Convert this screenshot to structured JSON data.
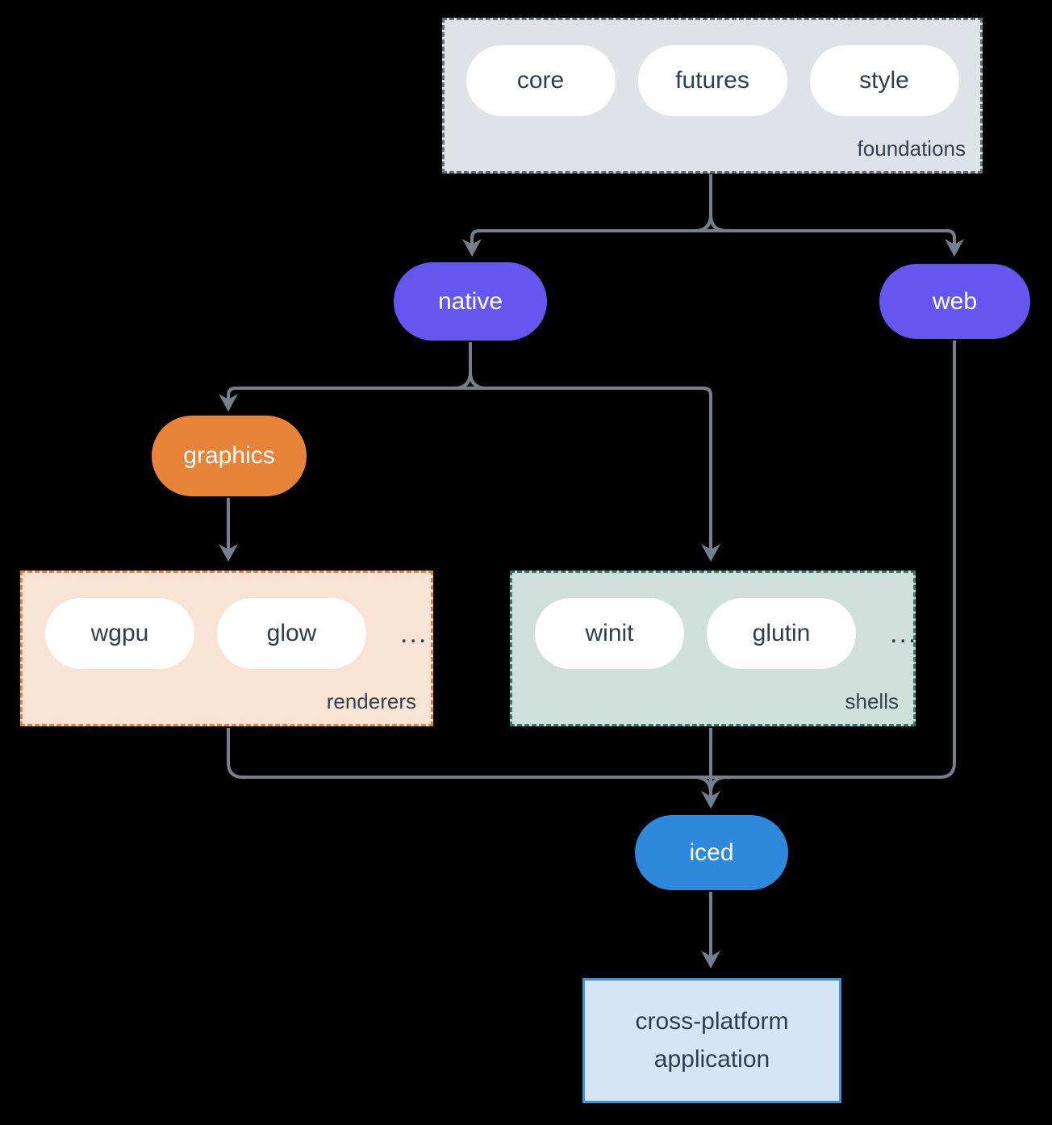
{
  "groups": {
    "foundations": {
      "label": "foundations",
      "pills": [
        "core",
        "futures",
        "style"
      ]
    },
    "renderers": {
      "label": "renderers",
      "pills": [
        "wgpu",
        "glow"
      ],
      "ellipsis": "..."
    },
    "shells": {
      "label": "shells",
      "pills": [
        "winit",
        "glutin"
      ],
      "ellipsis": "..."
    }
  },
  "nodes": {
    "native": "native",
    "web": "web",
    "graphics": "graphics",
    "iced": "iced",
    "application": "cross-platform application"
  },
  "colors": {
    "background": "#000000",
    "connector": "#74808e",
    "pill_text": "#2f3d4c",
    "node_purple": "#6456ee",
    "node_orange": "#e8833a",
    "node_blue": "#2e88dc",
    "foundations_fill": "#dfe3e7",
    "foundations_border": "#5f6e7e",
    "renderers_fill": "#f9e3d5",
    "renderers_border": "#e8823a",
    "shells_fill": "#cfe0da",
    "shells_border": "#28806b",
    "application_fill": "#d5e5f7",
    "application_border": "#3f90dd"
  }
}
